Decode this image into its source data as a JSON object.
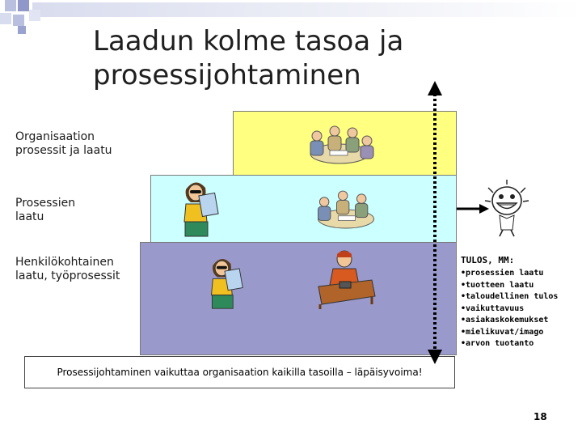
{
  "slide": {
    "title": "Laadun kolme tasoa ja prosessijohtaminen",
    "page_number": "18"
  },
  "levels": [
    {
      "label": "Organisaation\nprosessit ja laatu",
      "color": "#ffff80",
      "clipart": "group-meeting-clipart"
    },
    {
      "label": "Prosessien\nlaatu",
      "color": "#ccffff",
      "clipart": "group-meeting-clipart"
    },
    {
      "label": "Henkilökohtainen\nlaatu, työprosessit",
      "color": "#9999cc",
      "clipart": "person-at-desk-clipart"
    }
  ],
  "bottom_note": "Prosessijohtaminen vaikuttaa organisaation kaikilla tasoilla – läpäisyvoima!",
  "results": {
    "title": "TULOS, MM:",
    "items": [
      "prosessien laatu",
      "tuotteen laatu",
      "taloudellinen tulos",
      "vaikuttavuus",
      "asiakaskokemukset",
      "mielikuvat/imago",
      "arvon tuotanto"
    ]
  },
  "icons": {
    "arrow": "double-headed-dotted-arrow-icon",
    "right_arrow": "right-arrow-icon",
    "face": "happy-face-clipart",
    "presenter": "presenter-woman-clipart"
  }
}
